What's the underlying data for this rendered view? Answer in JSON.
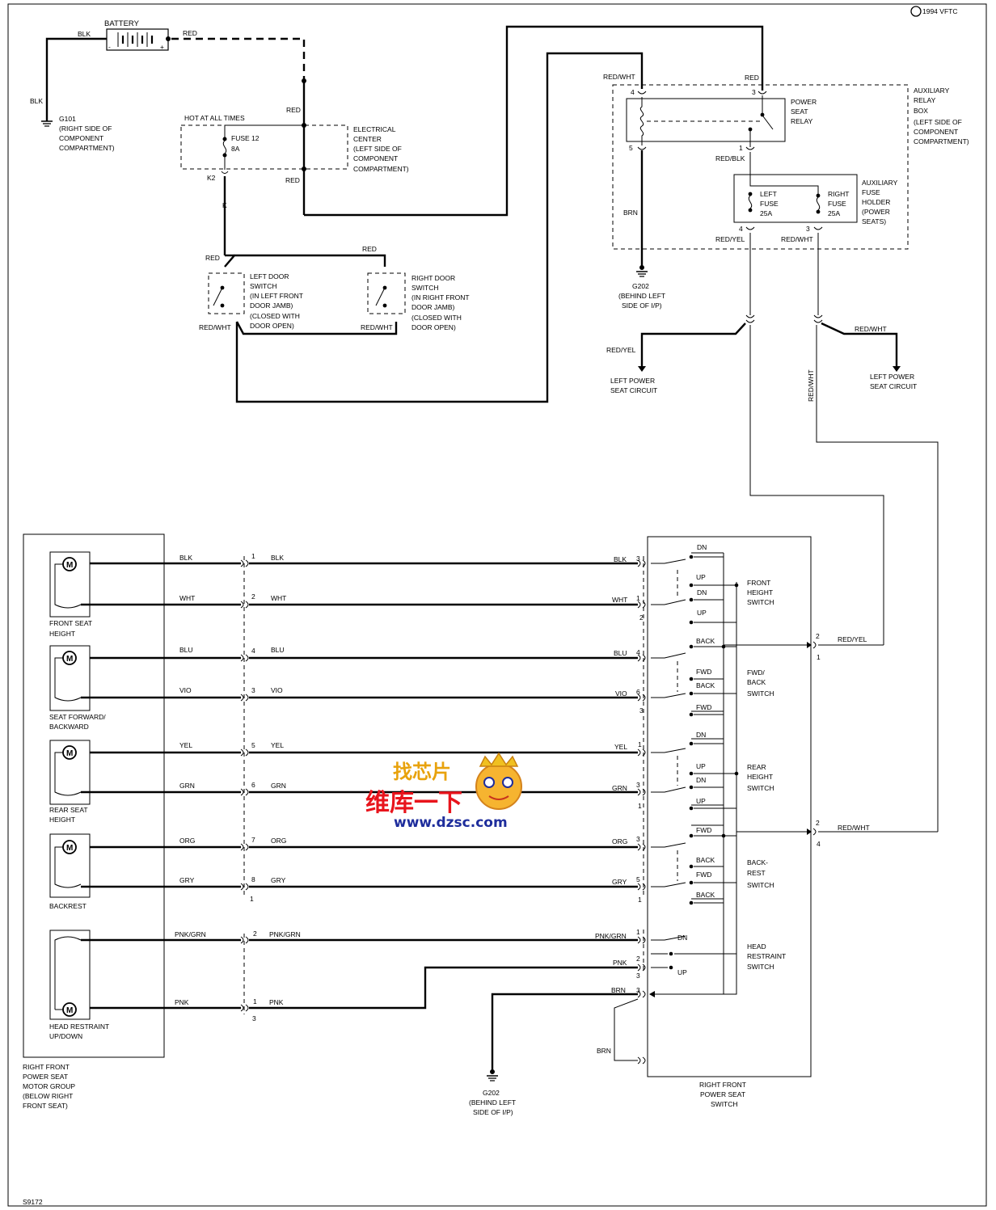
{
  "diagram": {
    "ref_code": "1994 VFTC",
    "figure_number": "S9172",
    "colors": {
      "wire": "#000000",
      "background": "#ffffff",
      "watermark_red": "#e8141c",
      "watermark_blue": "#1e2d9c",
      "watermark_orange": "#e8a20c"
    }
  },
  "watermark": {
    "top": "找芯片",
    "brand": "维库一下",
    "url": "www.dzsc.com"
  },
  "battery": {
    "title": "BATTERY",
    "neg": "-",
    "pos": "+",
    "wire_neg": "BLK",
    "wire_pos": "RED"
  },
  "ground_g101": {
    "wire": "BLK",
    "name": "G101",
    "desc": [
      "(RIGHT SIDE OF",
      "COMPONENT",
      "COMPARTMENT)"
    ]
  },
  "electrical_center": {
    "hot": "HOT AT ALL TIMES",
    "wire_in": "RED",
    "wire_out": "RED",
    "fuse": [
      "FUSE 12",
      "8A"
    ],
    "conn": "K2",
    "wire_k": "K",
    "name": [
      "ELECTRICAL",
      "CENTER",
      "(LEFT SIDE OF",
      "COMPONENT",
      "COMPARTMENT)"
    ]
  },
  "door_switches": {
    "left": {
      "wire_top": "RED",
      "wire_bottom": "RED/WHT",
      "name": [
        "LEFT DOOR",
        "SWITCH",
        "(IN LEFT FRONT",
        "DOOR JAMB)",
        "(CLOSED WITH",
        "DOOR OPEN)"
      ]
    },
    "right": {
      "wire_top": "RED",
      "wire_bottom": "RED/WHT",
      "name": [
        "RIGHT DOOR",
        "SWITCH",
        "(IN RIGHT FRONT",
        "DOOR JAMB)",
        "(CLOSED WITH",
        "DOOR OPEN)"
      ]
    }
  },
  "relay_box": {
    "name": [
      "AUXILIARY",
      "RELAY",
      "BOX",
      "(LEFT SIDE OF",
      "COMPONENT",
      "COMPARTMENT)"
    ],
    "relay_name": [
      "POWER",
      "SEAT",
      "RELAY"
    ],
    "pin4": "4",
    "pin3": "3",
    "pin5": "5",
    "pin1": "1",
    "wire_pin4": "RED/WHT",
    "wire_pin3": "RED",
    "wire_pin1": "RED/BLK",
    "wire_pin5": "BRN",
    "ground": {
      "name": "G202",
      "desc": [
        "(BEHIND LEFT",
        "SIDE OF I/P)"
      ]
    }
  },
  "fuse_holder": {
    "name": [
      "AUXILIARY",
      "FUSE",
      "HOLDER",
      "(POWER",
      "SEATS)"
    ],
    "left_fuse": [
      "LEFT",
      "FUSE",
      "25A"
    ],
    "right_fuse": [
      "RIGHT",
      "FUSE",
      "25A"
    ],
    "pin_left": "4",
    "pin_right": "3",
    "wire_left": "RED/YEL",
    "wire_right": "RED/WHT"
  },
  "splices": {
    "left": {
      "wire": "RED/YEL",
      "label": [
        "LEFT POWER",
        "SEAT CIRCUIT"
      ]
    },
    "right": {
      "wire": "RED/WHT",
      "label": [
        "LEFT POWER",
        "SEAT CIRCUIT"
      ],
      "vertical_wire": "RED/WHT"
    }
  },
  "motor_group": {
    "name": [
      "RIGHT FRONT",
      "POWER SEAT",
      "MOTOR GROUP",
      "(BELOW RIGHT",
      "FRONT SEAT)"
    ],
    "motors": [
      {
        "label": [
          "FRONT SEAT",
          "HEIGHT"
        ]
      },
      {
        "label": [
          "SEAT FORWARD/",
          "BACKWARD"
        ]
      },
      {
        "label": [
          "REAR SEAT",
          "HEIGHT"
        ]
      },
      {
        "label": [
          "BACKREST"
        ]
      },
      {
        "label": [
          "HEAD RESTRAINT",
          "UP/DOWN"
        ]
      }
    ],
    "connector_bottom_a": "1",
    "connector_bottom_b": "3"
  },
  "wires": [
    {
      "motor_wire": "BLK",
      "conn": "1",
      "mid": "BLK",
      "sw_wire": "BLK",
      "sw_pin": "3"
    },
    {
      "motor_wire": "WHT",
      "conn": "2",
      "mid": "WHT",
      "sw_wire": "WHT",
      "sw_pin": "1"
    },
    {
      "motor_wire": "BLU",
      "conn": "4",
      "mid": "BLU",
      "sw_wire": "BLU",
      "sw_pin": "4"
    },
    {
      "motor_wire": "VIO",
      "conn": "3",
      "mid": "VIO",
      "sw_wire": "VIO",
      "sw_pin": "6"
    },
    {
      "motor_wire": "YEL",
      "conn": "5",
      "mid": "YEL",
      "sw_wire": "YEL",
      "sw_pin": "1"
    },
    {
      "motor_wire": "GRN",
      "conn": "6",
      "mid": "GRN",
      "sw_wire": "GRN",
      "sw_pin": "3"
    },
    {
      "motor_wire": "ORG",
      "conn": "7",
      "mid": "ORG",
      "sw_wire": "ORG",
      "sw_pin": "3"
    },
    {
      "motor_wire": "GRY",
      "conn": "8",
      "mid": "GRY",
      "sw_wire": "GRY",
      "sw_pin": "5"
    },
    {
      "motor_wire": "PNK/GRN",
      "conn": "2",
      "mid": "PNK/GRN",
      "sw_wire": "PNK/GRN",
      "sw_pin": "1"
    },
    {
      "motor_wire": "PNK",
      "conn": "1",
      "mid": "PNK",
      "sw_wire": "PNK",
      "sw_pin": "2"
    }
  ],
  "switch_connector_marks": {
    "a": "2",
    "b": "3",
    "c": "1",
    "d": "1",
    "e": "3"
  },
  "brn_pin": "3",
  "seat_switch": {
    "name": [
      "RIGHT FRONT",
      "POWER SEAT",
      "SWITCH"
    ],
    "groups": [
      {
        "name": [
          "FRONT",
          "HEIGHT",
          "SWITCH"
        ],
        "contacts": [
          "DN",
          "UP",
          "DN",
          "UP"
        ]
      },
      {
        "name": [
          "FWD/",
          "BACK",
          "SWITCH"
        ],
        "contacts": [
          "BACK",
          "FWD",
          "BACK",
          "FWD"
        ]
      },
      {
        "name": [
          "REAR",
          "HEIGHT",
          "SWITCH"
        ],
        "contacts": [
          "DN",
          "UP",
          "DN",
          "UP"
        ]
      },
      {
        "name": [
          "BACK-",
          "REST",
          "SWITCH"
        ],
        "contacts": [
          "FWD",
          "BACK",
          "FWD",
          "BACK"
        ]
      },
      {
        "name": [
          "HEAD",
          "RESTRAINT",
          "SWITCH"
        ],
        "contacts": [
          "DN",
          "UP"
        ]
      }
    ],
    "feed_yel": {
      "pin_top": "2",
      "pin_bottom": "1",
      "wire": "RED/YEL"
    },
    "feed_wht": {
      "pin_top": "2",
      "pin_bottom": "4",
      "wire": "RED/WHT"
    },
    "brn_top": "BRN",
    "brn_bottom": "BRN",
    "ground": {
      "name": "G202",
      "desc": [
        "(BEHIND LEFT",
        "SIDE OF I/P)"
      ]
    }
  }
}
